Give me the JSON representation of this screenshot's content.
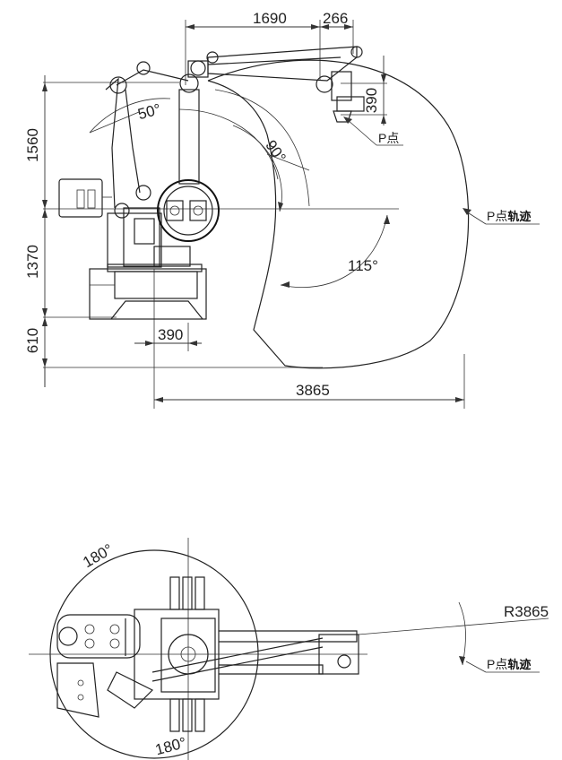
{
  "side_view": {
    "dims": {
      "reach_top": "1690",
      "wrist_offset": "266",
      "wrist_drop": "390",
      "height_upper": "1560",
      "height_mid": "1370",
      "height_base": "610",
      "base_offset": "390",
      "reach_total": "3865"
    },
    "angles": {
      "a1": "50°",
      "a2": "90°",
      "a3": "115°"
    },
    "labels": {
      "p_point": "P点",
      "p_track_prefix": "P点",
      "p_track_bold": "轨迹"
    }
  },
  "top_view": {
    "angles": {
      "top": "180°",
      "bottom": "180°"
    },
    "labels": {
      "radius": "R3865",
      "p_track_prefix": "P点",
      "p_track_bold": "轨迹"
    }
  }
}
